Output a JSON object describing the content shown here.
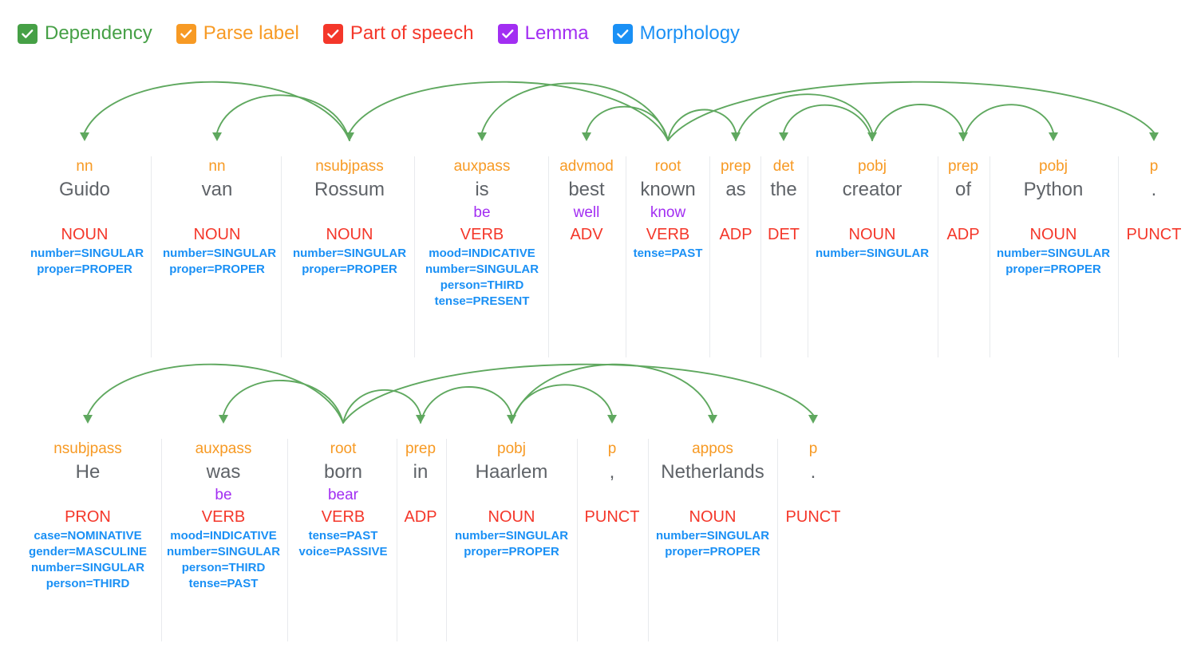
{
  "legend": {
    "items": [
      {
        "label": "Dependency",
        "color": "#46a046",
        "icon": "checkbox-checked-icon",
        "checked": true
      },
      {
        "label": "Parse label",
        "color": "#f79a24",
        "icon": "checkbox-checked-icon",
        "checked": true
      },
      {
        "label": "Part of speech",
        "color": "#f4372a",
        "icon": "checkbox-checked-icon",
        "checked": true
      },
      {
        "label": "Lemma",
        "color": "#a22ef2",
        "icon": "checkbox-checked-icon",
        "checked": true
      },
      {
        "label": "Morphology",
        "color": "#1a90f5",
        "icon": "checkbox-checked-icon",
        "checked": true
      }
    ]
  },
  "colors": {
    "dependency_arc": "#5fa85f",
    "parse_label": "#f79a24",
    "word": "#5f6368",
    "lemma": "#a22ef2",
    "part_of_speech": "#f4372a",
    "morphology": "#1a90f5",
    "divider": "#e8eaed"
  },
  "sentences": [
    {
      "text": "Guido van Rossum is best known as the creator of Python .",
      "tokens": [
        {
          "dep": "nn",
          "word": "Guido",
          "lemma": "",
          "pos": "NOUN",
          "morph": [
            "number=SINGULAR",
            "proper=PROPER"
          ],
          "head": 2
        },
        {
          "dep": "nn",
          "word": "van",
          "lemma": "",
          "pos": "NOUN",
          "morph": [
            "number=SINGULAR",
            "proper=PROPER"
          ],
          "head": 2
        },
        {
          "dep": "nsubjpass",
          "word": "Rossum",
          "lemma": "",
          "pos": "NOUN",
          "morph": [
            "number=SINGULAR",
            "proper=PROPER"
          ],
          "head": 5
        },
        {
          "dep": "auxpass",
          "word": "is",
          "lemma": "be",
          "pos": "VERB",
          "morph": [
            "mood=INDICATIVE",
            "number=SINGULAR",
            "person=THIRD",
            "tense=PRESENT"
          ],
          "head": 5
        },
        {
          "dep": "advmod",
          "word": "best",
          "lemma": "well",
          "pos": "ADV",
          "morph": [],
          "head": 5
        },
        {
          "dep": "root",
          "word": "known",
          "lemma": "know",
          "pos": "VERB",
          "morph": [
            "tense=PAST"
          ],
          "head": -1
        },
        {
          "dep": "prep",
          "word": "as",
          "lemma": "",
          "pos": "ADP",
          "morph": [],
          "head": 5
        },
        {
          "dep": "det",
          "word": "the",
          "lemma": "",
          "pos": "DET",
          "morph": [],
          "head": 8
        },
        {
          "dep": "pobj",
          "word": "creator",
          "lemma": "",
          "pos": "NOUN",
          "morph": [
            "number=SINGULAR"
          ],
          "head": 6
        },
        {
          "dep": "prep",
          "word": "of",
          "lemma": "",
          "pos": "ADP",
          "morph": [],
          "head": 8
        },
        {
          "dep": "pobj",
          "word": "Python",
          "lemma": "",
          "pos": "NOUN",
          "morph": [
            "number=SINGULAR",
            "proper=PROPER"
          ],
          "head": 9
        },
        {
          "dep": "p",
          "word": ".",
          "lemma": "",
          "pos": "PUNCT",
          "morph": [],
          "head": 5
        }
      ]
    },
    {
      "text": "He was born in Haarlem , Netherlands .",
      "tokens": [
        {
          "dep": "nsubjpass",
          "word": "He",
          "lemma": "",
          "pos": "PRON",
          "morph": [
            "case=NOMINATIVE",
            "gender=MASCULINE",
            "number=SINGULAR",
            "person=THIRD"
          ],
          "head": 2
        },
        {
          "dep": "auxpass",
          "word": "was",
          "lemma": "be",
          "pos": "VERB",
          "morph": [
            "mood=INDICATIVE",
            "number=SINGULAR",
            "person=THIRD",
            "tense=PAST"
          ],
          "head": 2
        },
        {
          "dep": "root",
          "word": "born",
          "lemma": "bear",
          "pos": "VERB",
          "morph": [
            "tense=PAST",
            "voice=PASSIVE"
          ],
          "head": -1
        },
        {
          "dep": "prep",
          "word": "in",
          "lemma": "",
          "pos": "ADP",
          "morph": [],
          "head": 2
        },
        {
          "dep": "pobj",
          "word": "Haarlem",
          "lemma": "",
          "pos": "NOUN",
          "morph": [
            "number=SINGULAR",
            "proper=PROPER"
          ],
          "head": 3
        },
        {
          "dep": "p",
          "word": ",",
          "lemma": "",
          "pos": "PUNCT",
          "morph": [],
          "head": 4
        },
        {
          "dep": "appos",
          "word": "Netherlands",
          "lemma": "",
          "pos": "NOUN",
          "morph": [
            "number=SINGULAR",
            "proper=PROPER"
          ],
          "head": 4
        },
        {
          "dep": "p",
          "word": ".",
          "lemma": "",
          "pos": "PUNCT",
          "morph": [],
          "head": 2
        }
      ]
    }
  ]
}
